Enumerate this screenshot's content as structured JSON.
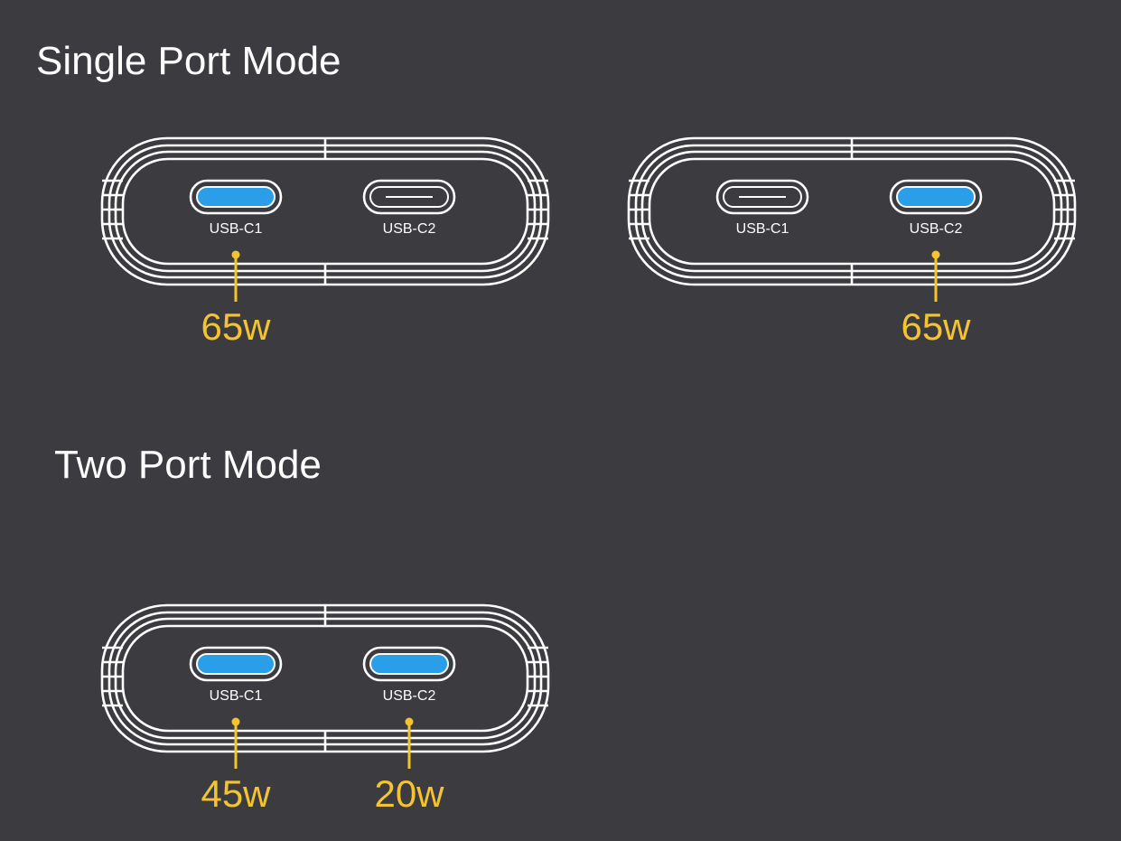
{
  "sections": {
    "single": {
      "title": "Single Port Mode",
      "devices": [
        {
          "ports": [
            {
              "label": "USB-C1",
              "active": true,
              "wattage": "65w"
            },
            {
              "label": "USB-C2",
              "active": false,
              "wattage": ""
            }
          ]
        },
        {
          "ports": [
            {
              "label": "USB-C1",
              "active": false,
              "wattage": ""
            },
            {
              "label": "USB-C2",
              "active": true,
              "wattage": "65w"
            }
          ]
        }
      ]
    },
    "two": {
      "title": "Two Port Mode",
      "devices": [
        {
          "ports": [
            {
              "label": "USB-C1",
              "active": true,
              "wattage": "45w"
            },
            {
              "label": "USB-C2",
              "active": true,
              "wattage": "20w"
            }
          ]
        }
      ]
    }
  },
  "colors": {
    "background": "#3c3b40",
    "outline": "#ffffff",
    "port_active": "#2a9ee8",
    "port_inactive": "#ffffff",
    "callout": "#f4c430",
    "label_text": "#ffffff"
  }
}
